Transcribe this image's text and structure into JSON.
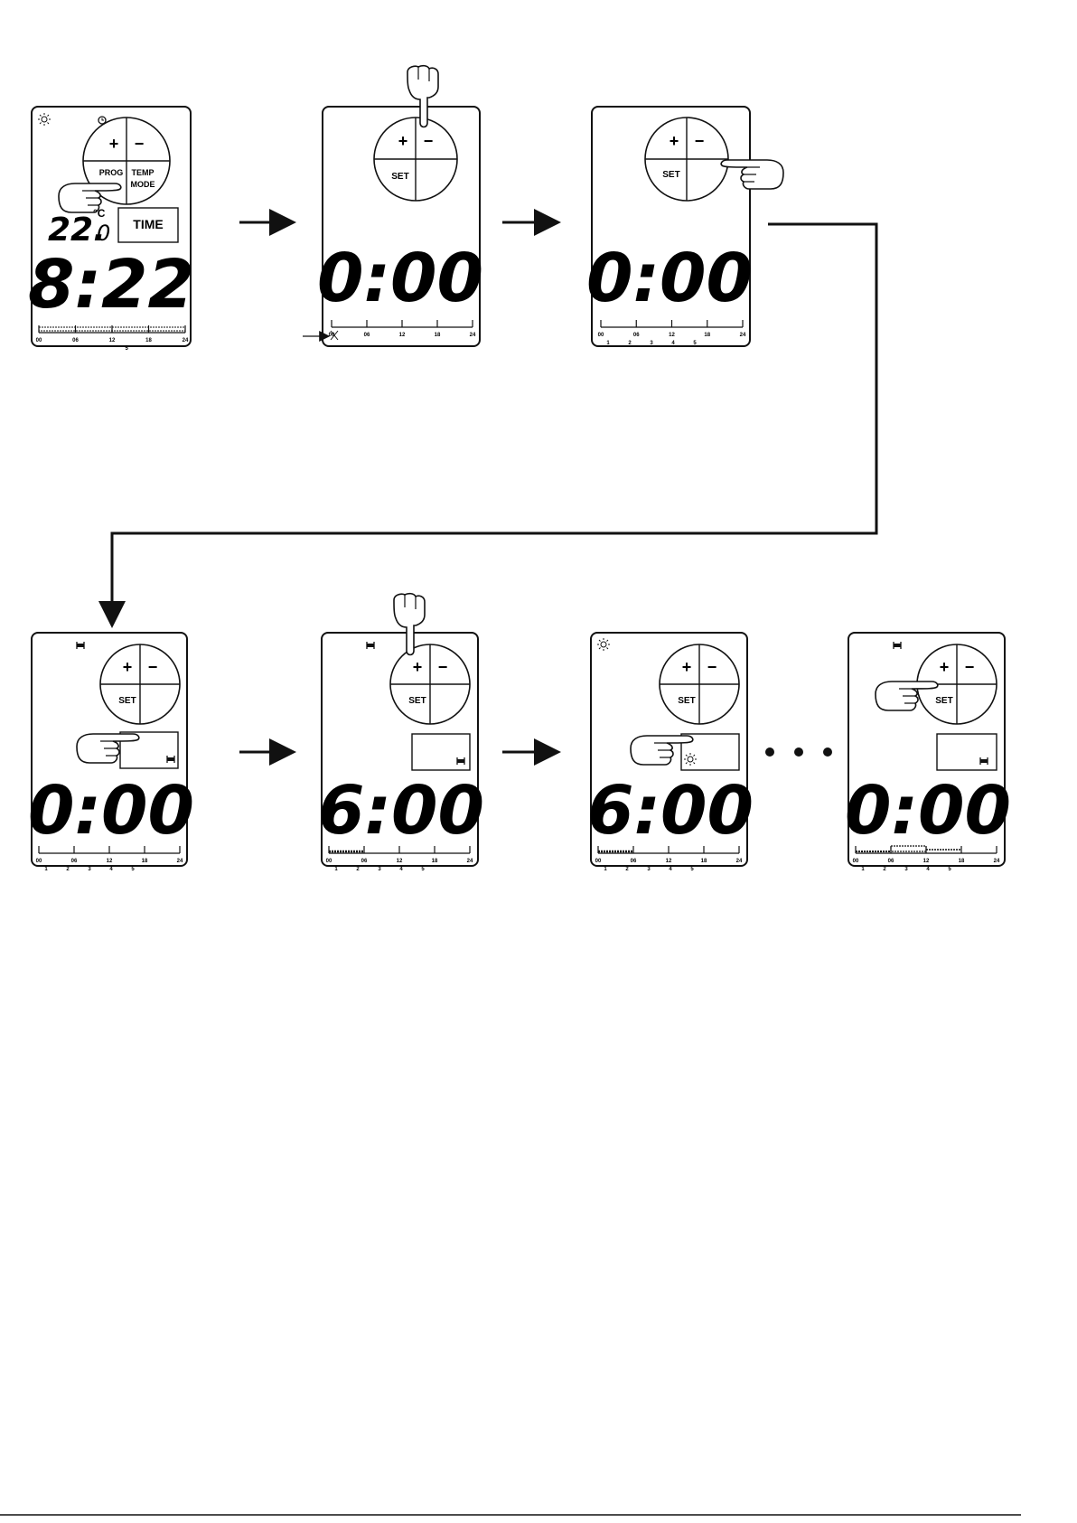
{
  "labels": {
    "plus": "+",
    "minus": "−",
    "prog": "PROG",
    "temp": "TEMP",
    "mode": "MODE",
    "set": "SET",
    "time": "TIME",
    "celsius": "°C",
    "ellipsis_dots": 3
  },
  "ticks": [
    "00",
    "06",
    "12",
    "18",
    "24"
  ],
  "days": [
    "1",
    "2",
    "3",
    "4",
    "5"
  ],
  "panels": [
    {
      "id": "p1",
      "buttons": "prog",
      "temp_main": "22.",
      "temp_dec": "0",
      "clock": "8:22",
      "time_box": true,
      "day_marker": "5",
      "sun_icon": true,
      "clock_icon": true,
      "bed_icon": false,
      "schedule": "full",
      "hand_top": false
    },
    {
      "id": "p2",
      "buttons": "set",
      "clock": "0:00",
      "time_box": false,
      "day_marker": "",
      "sun_icon": false,
      "clock_icon": false,
      "bed_icon": false,
      "schedule": "none",
      "hand_top": true
    },
    {
      "id": "p3",
      "buttons": "set",
      "clock": "0:00",
      "time_box": false,
      "day_row": true,
      "sun_icon": false,
      "clock_icon": false,
      "bed_icon": false,
      "schedule": "none",
      "hand_top": false
    },
    {
      "id": "p4",
      "buttons": "set",
      "clock": "0:00",
      "time_box": true,
      "day_row": true,
      "sun_icon": false,
      "bed_icon": true,
      "schedule": "none",
      "hand_top": false
    },
    {
      "id": "p5",
      "buttons": "set",
      "clock": "6:00",
      "time_box": true,
      "day_row": true,
      "sun_icon": false,
      "bed_icon": true,
      "schedule": "partial",
      "hand_top": true
    },
    {
      "id": "p6",
      "buttons": "set",
      "clock": "6:00",
      "time_box": true,
      "day_row": true,
      "sun_icon": true,
      "bed_icon": false,
      "schedule": "partial",
      "hand_top": false
    },
    {
      "id": "p7",
      "buttons": "set",
      "clock": "0:00",
      "time_box": true,
      "day_row": true,
      "sun_icon": false,
      "bed_icon": true,
      "schedule": "mixed",
      "hand_top": false
    }
  ]
}
